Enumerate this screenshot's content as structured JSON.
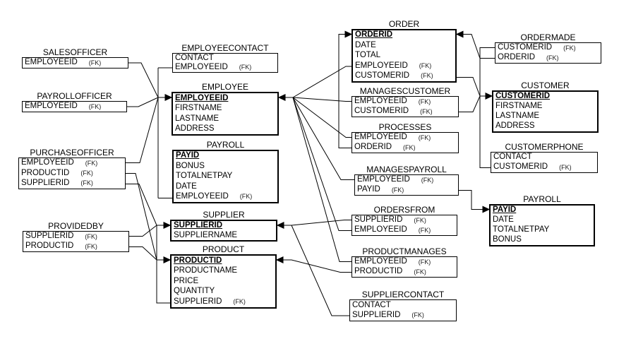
{
  "diagram": {
    "fk_label": "(FK)",
    "colors": {
      "line": "#000000",
      "box_border": "#000000",
      "background": "#ffffff",
      "text": "#000000"
    },
    "tables": [
      {
        "id": "salesofficer",
        "title": "SALESOFFICER",
        "rows": [
          {
            "name": "EMPLOYEEID",
            "fk": true
          }
        ]
      },
      {
        "id": "payrollofficer",
        "title": "PAYROLLOFFICER",
        "rows": [
          {
            "name": "EMPLOYEEID",
            "fk": true
          }
        ]
      },
      {
        "id": "purchaseofficer",
        "title": "PURCHASEOFFICER",
        "rows": [
          {
            "name": "EMPLOYEEID",
            "fk": true
          },
          {
            "name": "PRODUCTID",
            "fk": true
          },
          {
            "name": "SUPPLIERID",
            "fk": true
          }
        ]
      },
      {
        "id": "providedby",
        "title": "PROVIDEDBY",
        "rows": [
          {
            "name": "SUPPLIERID",
            "fk": true
          },
          {
            "name": "PRODUCTID",
            "fk": true
          }
        ]
      },
      {
        "id": "employeecontact",
        "title": "EMPLOYEECONTACT",
        "rows": [
          {
            "name": "CONTACT"
          },
          {
            "name": "EMPLOYEEID",
            "fk": true
          }
        ]
      },
      {
        "id": "employee",
        "title": "EMPLOYEE",
        "rows": [
          {
            "name": "EMPLOYEEID",
            "pk": true
          },
          {
            "name": "FIRSTNAME"
          },
          {
            "name": "LASTNAME"
          },
          {
            "name": "ADDRESS"
          }
        ]
      },
      {
        "id": "payroll_left",
        "title": "PAYROLL",
        "rows": [
          {
            "name": "PAYID",
            "pk": true
          },
          {
            "name": "BONUS"
          },
          {
            "name": "TOTALNETPAY"
          },
          {
            "name": "DATE"
          },
          {
            "name": "EMPLOYEEID",
            "fk": true
          }
        ]
      },
      {
        "id": "supplier",
        "title": "SUPPLIER",
        "rows": [
          {
            "name": "SUPPLIERID",
            "pk": true
          },
          {
            "name": "SUPPLIERNAME"
          }
        ]
      },
      {
        "id": "product",
        "title": "PRODUCT",
        "rows": [
          {
            "name": "PRODUCTID",
            "pk": true
          },
          {
            "name": "PRODUCTNAME"
          },
          {
            "name": "PRICE"
          },
          {
            "name": "QUANTITY"
          },
          {
            "name": "SUPPLIERID",
            "fk": true
          }
        ]
      },
      {
        "id": "order",
        "title": "ORDER",
        "rows": [
          {
            "name": "ORDERID",
            "pk": true
          },
          {
            "name": "DATE"
          },
          {
            "name": "TOTAL"
          },
          {
            "name": "EMPLOYEEID",
            "fk": true
          },
          {
            "name": "CUSTOMERID",
            "fk": true
          }
        ]
      },
      {
        "id": "managescustomer",
        "title": "MANAGESCUSTOMER",
        "rows": [
          {
            "name": "EMPLOYEEID",
            "fk": true
          },
          {
            "name": "CUSTOMERID",
            "fk": true
          }
        ]
      },
      {
        "id": "processes",
        "title": "PROCESSES",
        "rows": [
          {
            "name": "EMPLOYEEID",
            "fk": true
          },
          {
            "name": "ORDERID",
            "fk": true
          }
        ]
      },
      {
        "id": "managespayroll",
        "title": "MANAGESPAYROLL",
        "rows": [
          {
            "name": "EMPLOYEEID",
            "fk": true
          },
          {
            "name": "PAYID",
            "fk": true
          }
        ]
      },
      {
        "id": "ordersfrom",
        "title": "ORDERSFROM",
        "rows": [
          {
            "name": "SUPPLIERID",
            "fk": true
          },
          {
            "name": "EMPLOYEEID",
            "fk": true
          }
        ]
      },
      {
        "id": "productmanages",
        "title": "PRODUCTMANAGES",
        "rows": [
          {
            "name": "EMPLOYEEID",
            "fk": true
          },
          {
            "name": "PRODUCTID",
            "fk": true
          }
        ]
      },
      {
        "id": "suppliercontact",
        "title": "SUPPLIERCONTACT",
        "rows": [
          {
            "name": "CONTACT"
          },
          {
            "name": "SUPPLIERID",
            "fk": true
          }
        ]
      },
      {
        "id": "ordermade",
        "title": "ORDERMADE",
        "rows": [
          {
            "name": "CUSTOMERID",
            "fk": true
          },
          {
            "name": "ORDERID",
            "fk": true
          }
        ]
      },
      {
        "id": "customer",
        "title": "CUSTOMER",
        "rows": [
          {
            "name": "CUSTOMERID",
            "pk": true
          },
          {
            "name": "FIRSTNAME"
          },
          {
            "name": "LASTNAME"
          },
          {
            "name": "ADDRESS"
          }
        ]
      },
      {
        "id": "customerphone",
        "title": "CUSTOMERPHONE",
        "rows": [
          {
            "name": "CONTACT"
          },
          {
            "name": "CUSTOMERID",
            "fk": true
          }
        ]
      },
      {
        "id": "payroll_right",
        "title": "PAYROLL",
        "rows": [
          {
            "name": "PAYID",
            "pk": true
          },
          {
            "name": "DATE"
          },
          {
            "name": "TOTALNETPAY"
          },
          {
            "name": "BONUS"
          }
        ]
      }
    ]
  }
}
